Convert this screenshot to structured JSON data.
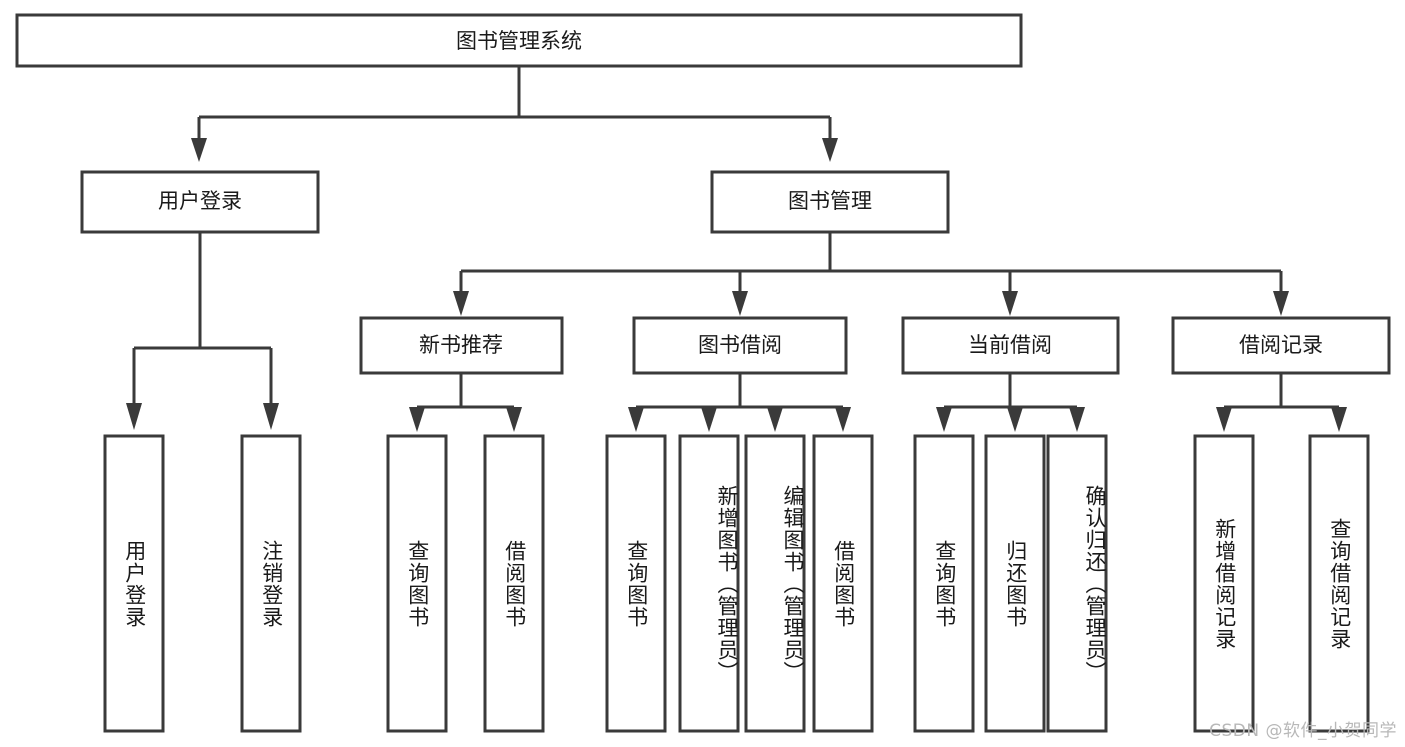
{
  "diagram": {
    "type": "tree-hierarchy",
    "root": {
      "id": "root",
      "label": "图书管理系统",
      "orientation": "horizontal"
    },
    "level1": [
      {
        "id": "user-login",
        "label": "用户登录",
        "orientation": "horizontal"
      },
      {
        "id": "book-manage",
        "label": "图书管理",
        "orientation": "horizontal"
      }
    ],
    "level2": [
      {
        "id": "new-book-rec",
        "label": "新书推荐",
        "orientation": "horizontal",
        "parent": "book-manage"
      },
      {
        "id": "book-borrow",
        "label": "图书借阅",
        "orientation": "horizontal",
        "parent": "book-manage"
      },
      {
        "id": "current-borrow",
        "label": "当前借阅",
        "orientation": "horizontal",
        "parent": "book-manage"
      },
      {
        "id": "borrow-record",
        "label": "借阅记录",
        "orientation": "horizontal",
        "parent": "book-manage"
      }
    ],
    "leaves": [
      {
        "id": "leaf-user-login",
        "label": "用户登录",
        "orientation": "vertical",
        "parent": "user-login"
      },
      {
        "id": "leaf-user-logout",
        "label": "注销登录",
        "orientation": "vertical",
        "parent": "user-login"
      },
      {
        "id": "leaf-query-book-1",
        "label": "查询图书",
        "orientation": "vertical",
        "parent": "new-book-rec"
      },
      {
        "id": "leaf-borrow-book-1",
        "label": "借阅图书",
        "orientation": "vertical",
        "parent": "new-book-rec"
      },
      {
        "id": "leaf-query-book-2",
        "label": "查询图书",
        "orientation": "vertical",
        "parent": "book-borrow"
      },
      {
        "id": "leaf-add-book",
        "label": "新增图书（管理员）",
        "orientation": "vertical",
        "parent": "book-borrow"
      },
      {
        "id": "leaf-edit-book",
        "label": "编辑图书（管理员）",
        "orientation": "vertical",
        "parent": "book-borrow"
      },
      {
        "id": "leaf-borrow-book-2",
        "label": "借阅图书",
        "orientation": "vertical",
        "parent": "book-borrow"
      },
      {
        "id": "leaf-query-book-3",
        "label": "查询图书",
        "orientation": "vertical",
        "parent": "current-borrow"
      },
      {
        "id": "leaf-return-book",
        "label": "归还图书",
        "orientation": "vertical",
        "parent": "current-borrow"
      },
      {
        "id": "leaf-confirm-return",
        "label": "确认归还（管理员）",
        "orientation": "vertical",
        "parent": "current-borrow"
      },
      {
        "id": "leaf-add-record",
        "label": "新增借阅记录",
        "orientation": "vertical",
        "parent": "borrow-record"
      },
      {
        "id": "leaf-query-record",
        "label": "查询借阅记录",
        "orientation": "vertical",
        "parent": "borrow-record"
      }
    ],
    "colors": {
      "box_fill": "#ffffff",
      "box_stroke": "#3a3a3a",
      "text": "#1a1a1a",
      "background": "#ffffff",
      "watermark": "#b8b8b8"
    }
  },
  "watermark": {
    "text": "CSDN @软件_小贺同学"
  }
}
